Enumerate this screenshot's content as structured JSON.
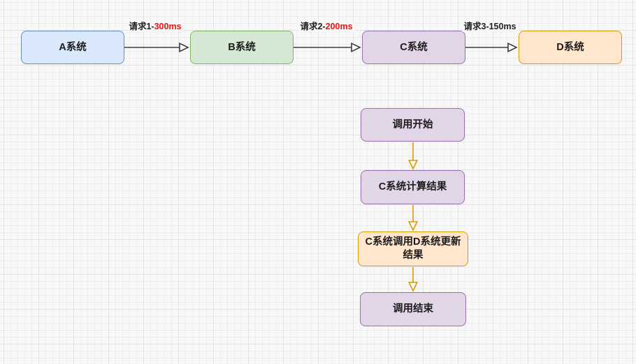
{
  "canvas": {
    "background": "#f8f8f9",
    "grid_minor_color": "#ededef",
    "grid_major_color": "#e2e3e6"
  },
  "system_flow": {
    "edge_color": "#3d3d3d",
    "nodes": [
      {
        "label": "A系统",
        "fill": "#dae8fc",
        "border": "#6c8ebf"
      },
      {
        "label": "B系统",
        "fill": "#d5e8d4",
        "border": "#82b366"
      },
      {
        "label": "C系统",
        "fill": "#e1d5e7",
        "border": "#9673a6"
      },
      {
        "label": "D系统",
        "fill": "#ffe6cc",
        "border": "#d79b00"
      }
    ],
    "edges": [
      {
        "prefix": "请求1-",
        "duration": "300ms",
        "duration_color": "#f50f0f"
      },
      {
        "prefix": "请求2-",
        "duration": "200ms",
        "duration_color": "#f50f0f"
      },
      {
        "prefix": "请求3-",
        "duration": "150ms",
        "duration_color": "#1f1f1f"
      }
    ]
  },
  "call_flow": {
    "edge_color": "#d79b00",
    "nodes": [
      {
        "label": "调用开始",
        "fill": "#e1d5e7",
        "border": "#9673a6"
      },
      {
        "label": "C系统计算结果",
        "fill": "#e1d5e7",
        "border": "#9673a6"
      },
      {
        "label": "C系统调用D系统更新结果",
        "fill": "#ffe6cc",
        "border": "#d79b00"
      },
      {
        "label": "调用结束",
        "fill": "#e1d5e7",
        "border": "#9673a6"
      }
    ]
  }
}
